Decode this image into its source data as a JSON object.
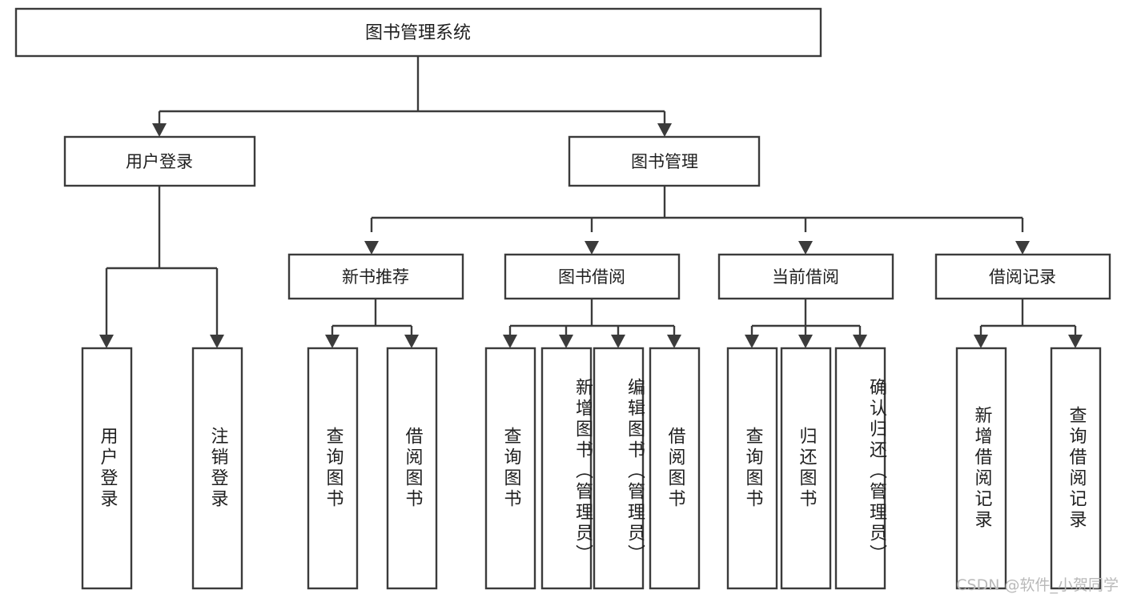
{
  "diagram": {
    "type": "tree",
    "title": "图书管理系统",
    "orientation": "top-down",
    "colors": {
      "box_stroke": "#3b3b3b",
      "box_fill": "#ffffff",
      "text": "#1f1f1f",
      "background": "#ffffff",
      "watermark": "#b9b9b9"
    },
    "root": {
      "id": "root",
      "label": "图书管理系统"
    },
    "level1": [
      {
        "id": "user-login",
        "label": "用户登录"
      },
      {
        "id": "book-management",
        "label": "图书管理"
      }
    ],
    "level2": [
      {
        "id": "new-book-recommend",
        "label": "新书推荐",
        "parent": "book-management"
      },
      {
        "id": "book-borrow",
        "label": "图书借阅",
        "parent": "book-management"
      },
      {
        "id": "current-borrow",
        "label": "当前借阅",
        "parent": "book-management"
      },
      {
        "id": "borrow-record",
        "label": "借阅记录",
        "parent": "book-management"
      }
    ],
    "leaves": [
      {
        "id": "leaf-user-login",
        "label": "用户登录",
        "parent": "user-login"
      },
      {
        "id": "leaf-logout-login",
        "label": "注销登录",
        "parent": "user-login"
      },
      {
        "id": "leaf-query-book-1",
        "label": "查询图书",
        "parent": "new-book-recommend"
      },
      {
        "id": "leaf-borrow-book-1",
        "label": "借阅图书",
        "parent": "new-book-recommend"
      },
      {
        "id": "leaf-query-book-2",
        "label": "查询图书",
        "parent": "book-borrow"
      },
      {
        "id": "leaf-add-book",
        "label": "新增图书（管理员）",
        "parent": "book-borrow"
      },
      {
        "id": "leaf-edit-book",
        "label": "编辑图书（管理员）",
        "parent": "book-borrow"
      },
      {
        "id": "leaf-borrow-book-2",
        "label": "借阅图书",
        "parent": "book-borrow"
      },
      {
        "id": "leaf-query-book-3",
        "label": "查询图书",
        "parent": "current-borrow"
      },
      {
        "id": "leaf-return-book",
        "label": "归还图书",
        "parent": "current-borrow"
      },
      {
        "id": "leaf-confirm-return",
        "label": "确认归还（管理员）",
        "parent": "current-borrow"
      },
      {
        "id": "leaf-add-record",
        "label": "新增借阅记录",
        "parent": "borrow-record"
      },
      {
        "id": "leaf-query-record",
        "label": "查询借阅记录",
        "parent": "borrow-record"
      }
    ]
  },
  "watermark": {
    "text": "CSDN @软件_小贺同学"
  }
}
